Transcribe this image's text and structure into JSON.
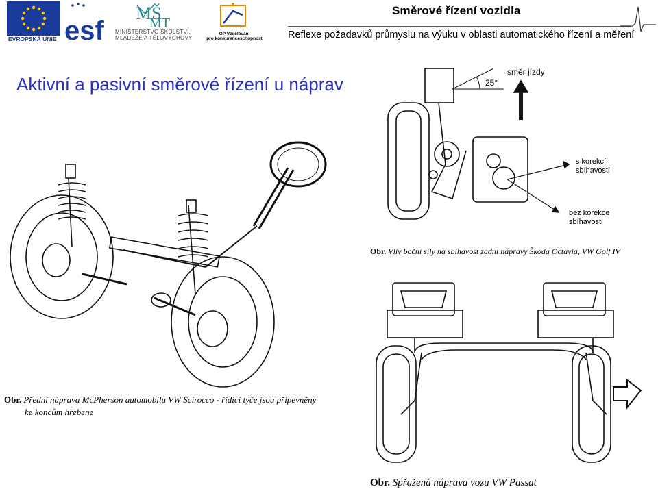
{
  "header": {
    "eu_label": "EVROPSKÁ UNIE",
    "esf_label": "esf",
    "msmt_line1": "MINISTERSTVO ŠKOLSTVÍ,",
    "msmt_line2": "MLÁDEŽE A TĚLOVÝCHOVY",
    "op_line1": "OP Vzdělávání",
    "op_line2": "pro konkurenceschopnost",
    "title": "Směrové řízení vozidla",
    "subtitle": "Reflexe požadavků průmyslu na výuku v oblasti automatického řízení a měření"
  },
  "slide": {
    "title": "Aktivní a pasivní směrové řízení u náprav"
  },
  "figures": {
    "top_right": {
      "angle_label": "25°",
      "direction_label": "směr jízdy",
      "with_correction_line1": "s korekcí",
      "with_correction_line2": "sbíhavosti",
      "without_correction_line1": "bez korekce",
      "without_correction_line2": "sbíhavosti",
      "caption_prefix": "Obr.",
      "caption": "Vliv boční síly na sbíhavost zadní nápravy Škoda Octavia, VW Golf IV"
    },
    "left": {
      "caption_prefix": "Obr.",
      "caption_line1": "Přední náprava McPherson automobilu VW Scirocco - řídící tyče jsou připevněny",
      "caption_line2": "ke koncům hřebene"
    },
    "bottom_right": {
      "caption_prefix": "Obr.",
      "caption": "Spřažená náprava vozu VW Passat"
    }
  },
  "colors": {
    "title_blue": "#2a2fc4",
    "eu_blue": "#1a3a9c",
    "eu_yellow": "#ffcc00"
  }
}
